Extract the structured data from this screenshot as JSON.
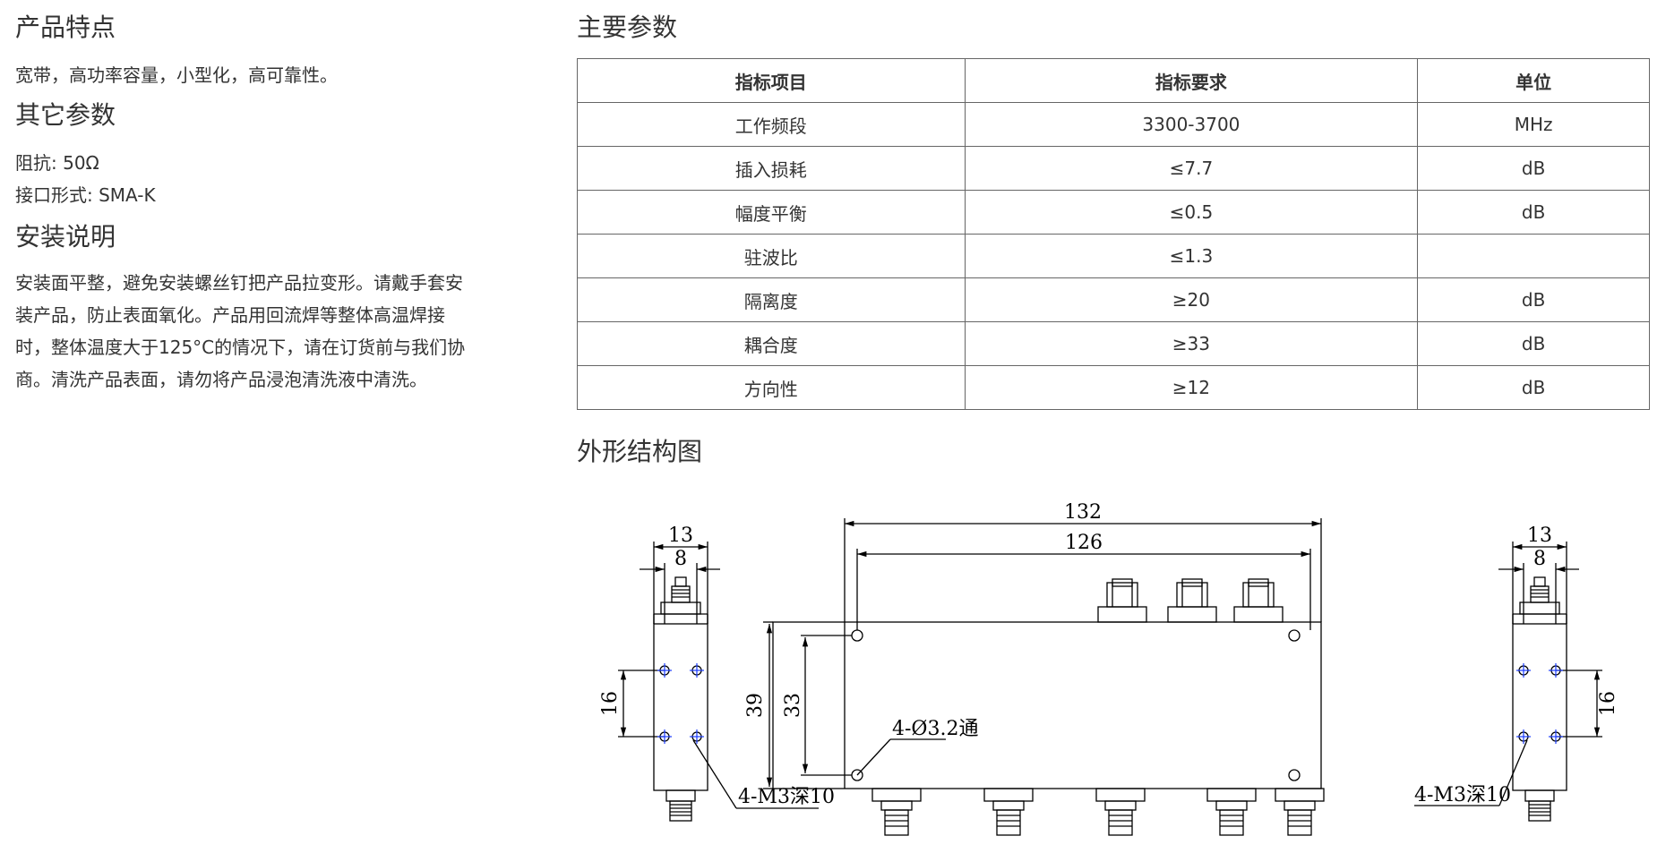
{
  "features": {
    "heading": "产品特点",
    "text": "宽带，高功率容量，小型化，高可靠性。"
  },
  "other_params": {
    "heading": "其它参数",
    "impedance": "阻抗: 50Ω",
    "interface": "接口形式: SMA-K"
  },
  "install": {
    "heading": "安装说明",
    "lines": [
      "安装面平整，避免安装螺丝钉把产品拉变形。请戴手套安",
      "装产品，防止表面氧化。产品用回流焊等整体高温焊接",
      "时，整体温度大于125°C的情况下，请在订货前与我们协",
      "商。清洗产品表面，请勿将产品浸泡清洗液中清洗。"
    ]
  },
  "main_params": {
    "heading": "主要参数",
    "headers": [
      "指标项目",
      "指标要求",
      "单位"
    ],
    "rows": [
      [
        "工作频段",
        "3300-3700",
        "MHz"
      ],
      [
        "插入损耗",
        "≤7.7",
        "dB"
      ],
      [
        "幅度平衡",
        "≤0.5",
        "dB"
      ],
      [
        "驻波比",
        "≤1.3",
        ""
      ],
      [
        "隔离度",
        "≥20",
        "dB"
      ],
      [
        "耦合度",
        "≥33",
        "dB"
      ],
      [
        "方向性",
        "≥12",
        "dB"
      ]
    ]
  },
  "outline": {
    "heading": "外形结构图",
    "dims": {
      "width_total": "132",
      "width_holes": "126",
      "height_total": "39",
      "height_holes": "33",
      "side_width": "13",
      "side_inner": "8",
      "side_hole_spacing": "16",
      "hole_note": "4-Ø3.2通",
      "thread_note": "4-M3深10"
    }
  }
}
